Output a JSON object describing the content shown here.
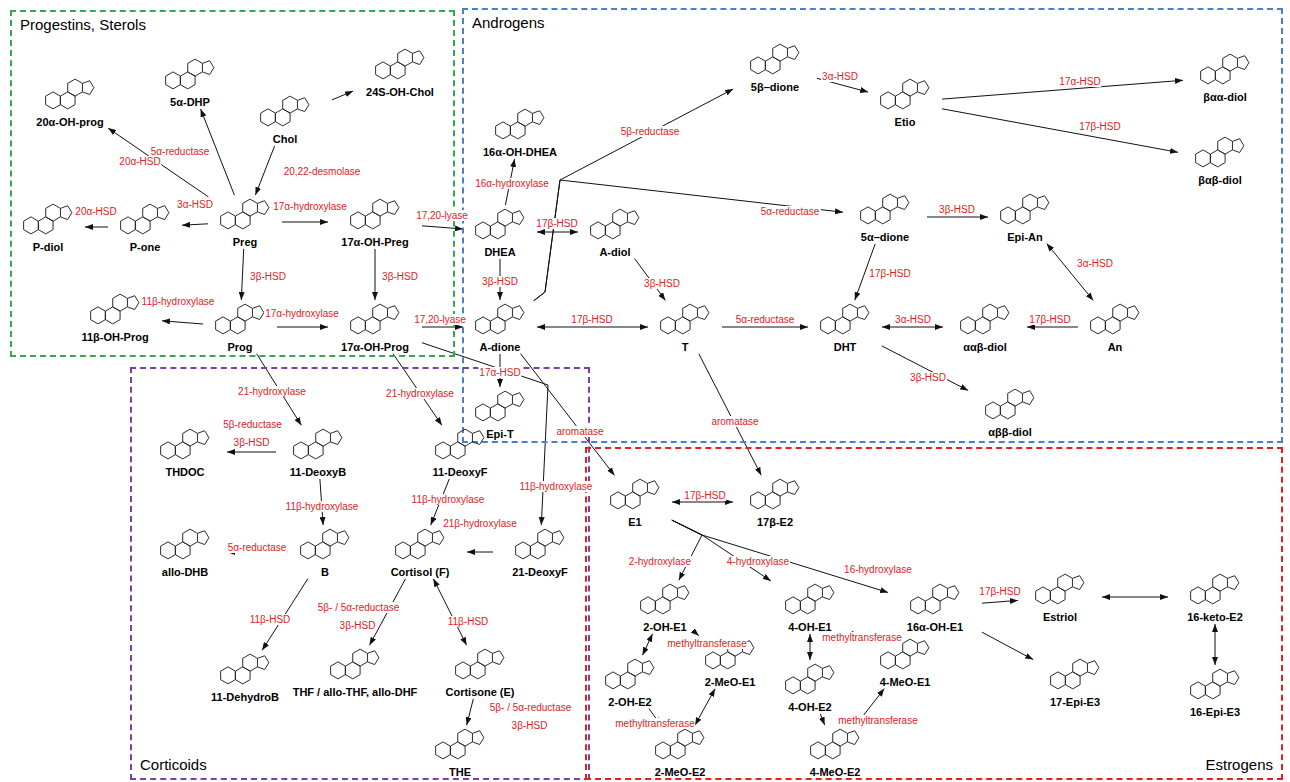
{
  "diagram": {
    "nodes": [
      {
        "text": [
          "Progestins, Sterols"
        ]
      },
      {
        "text": [
          "20α-OH-prog"
        ],
        "in": 0
      },
      {
        "text": [
          "5α-DHP"
        ],
        "in": 0
      },
      {
        "text": [
          "Chol"
        ],
        "in": 0
      },
      {
        "text": [
          "24S-OH-Chol"
        ],
        "in": 0
      },
      {
        "text": [
          "Preg"
        ],
        "in": 0
      },
      {
        "text": [
          "17α-OH-Preg"
        ],
        "in": 0
      },
      {
        "text": [
          "P-diol"
        ],
        "in": 0
      },
      {
        "text": [
          "P-one"
        ],
        "in": 0
      },
      {
        "text": [
          "11β-OH-Prog"
        ],
        "in": 0
      },
      {
        "text": [
          "Prog"
        ],
        "in": 0
      },
      {
        "text": [
          "17α-OH-Prog"
        ],
        "in": 0
      },
      {
        "text": [
          "Androgens"
        ]
      },
      {
        "text": [
          "16α-OH-DHEA"
        ],
        "in": 12
      },
      {
        "text": [
          "5β–dione"
        ],
        "in": 12
      },
      {
        "text": [
          "Etio"
        ],
        "in": 12
      },
      {
        "text": [
          "βαα-diol"
        ],
        "in": 12
      },
      {
        "text": [
          "βαβ-diol"
        ],
        "in": 12
      },
      {
        "text": [
          "DHEA"
        ],
        "in": 12
      },
      {
        "text": [
          "A-diol"
        ],
        "in": 12
      },
      {
        "text": [
          "5α–dione"
        ],
        "in": 12
      },
      {
        "text": [
          "Epi-An"
        ],
        "in": 12
      },
      {
        "text": [
          "A-dione"
        ],
        "in": 12
      },
      {
        "text": [
          "T"
        ],
        "in": 12
      },
      {
        "text": [
          "DHT"
        ],
        "in": 12
      },
      {
        "text": [
          "ααβ-diol"
        ],
        "in": 12
      },
      {
        "text": [
          "An"
        ],
        "in": 12
      },
      {
        "text": [
          "Epi-T"
        ],
        "in": 12
      },
      {
        "text": [
          "αββ-diol"
        ],
        "in": 12
      },
      {
        "text": [
          "Corticoids"
        ]
      },
      {
        "text": [
          "THDOC"
        ],
        "in": 29
      },
      {
        "text": [
          "11-DeoxyB"
        ],
        "in": 29
      },
      {
        "text": [
          "11-DeoxyF"
        ],
        "in": 29
      },
      {
        "text": [
          "allo-DHB"
        ],
        "in": 29
      },
      {
        "text": [
          "B"
        ],
        "in": 29
      },
      {
        "text": [
          "Cortisol (F)"
        ],
        "in": 29
      },
      {
        "text": [
          "21-DeoxyF"
        ],
        "in": 29
      },
      {
        "text": [
          "11-DehydroB"
        ],
        "in": 29
      },
      {
        "text": [
          "THF / allo-THF, allo-DHF"
        ],
        "in": 29
      },
      {
        "text": [
          "Cortisone (E)"
        ],
        "in": 29
      },
      {
        "text": [
          "THE"
        ],
        "in": 29
      },
      {
        "text": [
          "Estrogens"
        ]
      },
      {
        "text": [
          "E1"
        ],
        "in": 41
      },
      {
        "text": [
          "17β-E2"
        ],
        "in": 41
      },
      {
        "text": [
          "2-OH-E1"
        ],
        "in": 41
      },
      {
        "text": [
          "4-OH-E1"
        ],
        "in": 41
      },
      {
        "text": [
          "16α-OH-E1"
        ],
        "in": 41
      },
      {
        "text": [
          "Estriol"
        ],
        "in": 41
      },
      {
        "text": [
          "16-keto-E2"
        ],
        "in": 41
      },
      {
        "text": [
          "2-OH-E2"
        ],
        "in": 41
      },
      {
        "text": [
          "2-MeO-E1"
        ],
        "in": 41
      },
      {
        "text": [
          "4-OH-E2"
        ],
        "in": 41
      },
      {
        "text": [
          "4-MeO-E1"
        ],
        "in": 41
      },
      {
        "text": [
          "17-Epi-E3"
        ],
        "in": 41
      },
      {
        "text": [
          "16-Epi-E3"
        ],
        "in": 41
      },
      {
        "text": [
          "2-MeO-E2"
        ],
        "in": 41
      },
      {
        "text": [
          "4-MeO-E2"
        ],
        "in": 41
      }
    ],
    "edges": [
      {
        "from": 3,
        "to": 4,
        "arrow": "to"
      },
      {
        "from": 3,
        "to": 5,
        "arrow": "to",
        "label": "20,22-desmolase"
      },
      {
        "from": 5,
        "to": 6,
        "arrow": "to",
        "label": "17α-hydroxylase"
      },
      {
        "from": 5,
        "to": 10,
        "arrow": "to",
        "label": "3β-HSD"
      },
      {
        "from": 6,
        "to": 11,
        "arrow": "to",
        "label": "3β-HSD"
      },
      {
        "from": 10,
        "to": 11,
        "arrow": "to",
        "label": "17α-hydroxylase"
      },
      {
        "from": 10,
        "to": 9,
        "arrow": "to",
        "label": "11β-hydroxylase"
      },
      {
        "from": 5,
        "to": 2,
        "arrow": "to",
        "label": "5α-reductase"
      },
      {
        "from": 5,
        "to": 1,
        "arrow": "to",
        "label": "20α-HSD"
      },
      {
        "from": 5,
        "to": 8,
        "arrow": "to",
        "label": "3α-HSD"
      },
      {
        "from": 8,
        "to": 7,
        "arrow": "to",
        "label": "20α-HSD"
      },
      {
        "from": 6,
        "to": 18,
        "arrow": "to",
        "label": "17,20-lyase"
      },
      {
        "from": 11,
        "to": 22,
        "arrow": "to",
        "label": "17,20-lyase"
      },
      {
        "from": 18,
        "to": 13,
        "arrow": "to",
        "label": "16α-hydroxylase"
      },
      {
        "from": 18,
        "to": 19,
        "arrow": "both",
        "label": "17β-HSD"
      },
      {
        "from": 18,
        "to": 22,
        "arrow": "to",
        "label": "3β-HSD"
      },
      {
        "from": 19,
        "to": 23,
        "arrow": "to",
        "label": "3β-HSD"
      },
      {
        "from": 22,
        "to": 23,
        "arrow": "both",
        "label": "17β-HSD"
      },
      {
        "from": 22,
        "to": 27,
        "arrow": "to",
        "label": "17α-HSD"
      },
      {
        "from": 23,
        "to": 24,
        "arrow": "to",
        "label": "5α-reductase"
      },
      {
        "from": 24,
        "to": 25,
        "arrow": "both",
        "label": "3α-HSD"
      },
      {
        "from": 26,
        "to": 25,
        "arrow": "to",
        "label": "17β-HSD"
      },
      {
        "from": 24,
        "to": 28,
        "arrow": "to",
        "label": "3β-HSD"
      },
      {
        "from": 22,
        "to": 14,
        "arrow": "to",
        "label": "5β-reductase"
      },
      {
        "from": 22,
        "to": 20,
        "arrow": "to",
        "label": "5α-reductase"
      },
      {
        "from": 14,
        "to": 15,
        "arrow": "to",
        "label": "3α-HSD"
      },
      {
        "from": 15,
        "to": 16,
        "arrow": "to",
        "label": "17α-HSD"
      },
      {
        "from": 15,
        "to": 17,
        "arrow": "to",
        "label": "17β-HSD"
      },
      {
        "from": 20,
        "to": 24,
        "arrow": "to",
        "label": "17β-HSD"
      },
      {
        "from": 20,
        "to": 21,
        "arrow": "to",
        "label": "3β-HSD"
      },
      {
        "from": 21,
        "to": 26,
        "arrow": "both",
        "label": "3α-HSD"
      },
      {
        "from": 22,
        "to": 42,
        "arrow": "to",
        "label": "aromatase"
      },
      {
        "from": 23,
        "to": 43,
        "arrow": "to",
        "label": "aromatase"
      },
      {
        "from": 10,
        "to": 31,
        "arrow": "to",
        "label": "21-hydroxylase"
      },
      {
        "from": 11,
        "to": 32,
        "arrow": "to",
        "label": "21-hydroxylase"
      },
      {
        "from": 11,
        "to": 36,
        "arrow": "to",
        "label": "11β-hydroxylase"
      },
      {
        "from": 31,
        "to": 30,
        "arrow": "to",
        "label": "5β-reductase 3β-HSD"
      },
      {
        "from": 31,
        "to": 34,
        "arrow": "to",
        "label": "11β-hydroxylase"
      },
      {
        "from": 32,
        "to": 35,
        "arrow": "to",
        "label": "11β-hydroxylase"
      },
      {
        "from": 36,
        "to": 35,
        "arrow": "to",
        "label": "21β-hydroxylase"
      },
      {
        "from": 34,
        "to": 33,
        "arrow": "to",
        "label": "5α-reductase"
      },
      {
        "from": 34,
        "to": 37,
        "arrow": "to",
        "label": "11β-HSD"
      },
      {
        "from": 35,
        "to": 38,
        "arrow": "to",
        "label": "5β- / 5α-reductase 3β-HSD"
      },
      {
        "from": 35,
        "to": 39,
        "arrow": "both",
        "label": "11β-HSD"
      },
      {
        "from": 39,
        "to": 40,
        "arrow": "to",
        "label": "5β- / 5α-reductase 3β-HSD"
      },
      {
        "from": 42,
        "to": 43,
        "arrow": "both",
        "label": "17β-HSD"
      },
      {
        "from": 42,
        "to": 44,
        "arrow": "to",
        "label": "2-hydroxylase"
      },
      {
        "from": 42,
        "to": 45,
        "arrow": "to",
        "label": "4-hydroxylase"
      },
      {
        "from": 42,
        "to": 46,
        "arrow": "to",
        "label": "16-hydroxylase"
      },
      {
        "from": 44,
        "to": 49,
        "arrow": "both"
      },
      {
        "from": 44,
        "to": 50,
        "arrow": "to",
        "label": "methyltransferase"
      },
      {
        "from": 49,
        "to": 55,
        "arrow": "to",
        "label": "methyltransferase"
      },
      {
        "from": 50,
        "to": 55,
        "arrow": "both"
      },
      {
        "from": 45,
        "to": 51,
        "arrow": "both"
      },
      {
        "from": 45,
        "to": 52,
        "arrow": "to",
        "label": "methyltransferase"
      },
      {
        "from": 51,
        "to": 56,
        "arrow": "to",
        "label": "methyltransferase"
      },
      {
        "from": 52,
        "to": 56,
        "arrow": "both"
      },
      {
        "from": 46,
        "to": 47,
        "arrow": "to",
        "label": "17β-HSD"
      },
      {
        "from": 46,
        "to": 53,
        "arrow": "to"
      },
      {
        "from": 47,
        "to": 48,
        "arrow": "both"
      },
      {
        "from": 48,
        "to": 54,
        "arrow": "both"
      }
    ]
  }
}
